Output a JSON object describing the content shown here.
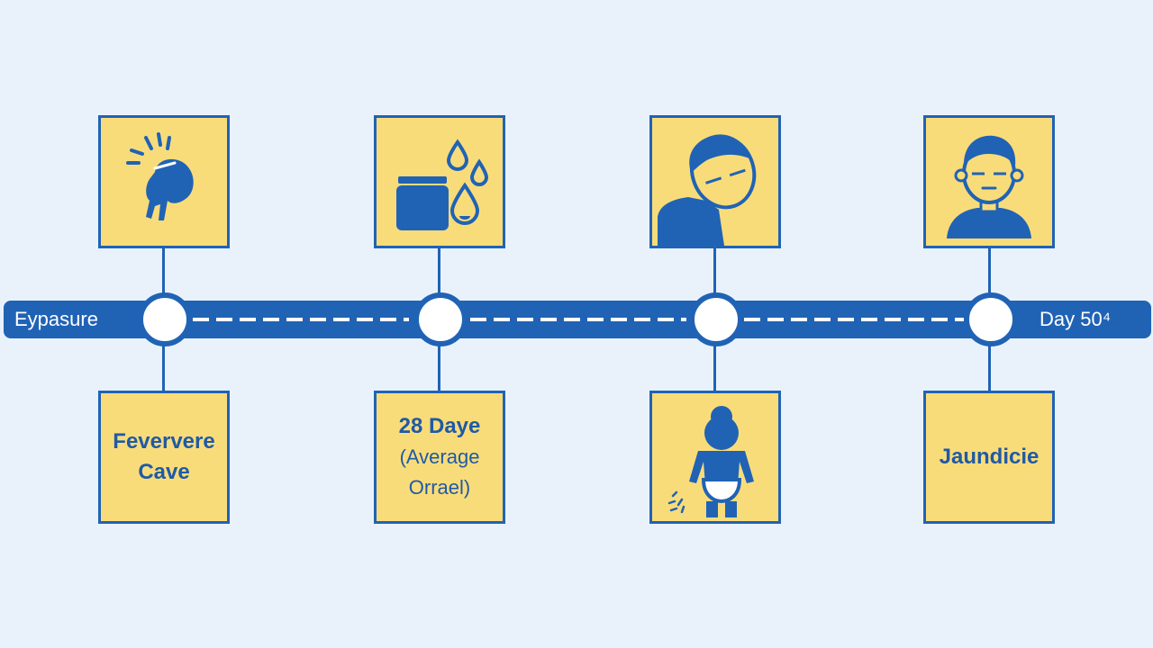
{
  "colors": {
    "background": "#e9f2fb",
    "timeline": "#2063b5",
    "card_fill": "#f9dc7a",
    "card_text": "#1f5aa6"
  },
  "timeline": {
    "start_label": "Eypasure",
    "end_label": "Day 50⁴"
  },
  "top_cards": [
    {
      "icon": "fever-burst-icon"
    },
    {
      "icon": "jar-and-droplets-icon"
    },
    {
      "icon": "person-head-tilted-icon"
    },
    {
      "icon": "person-portrait-icon"
    }
  ],
  "bottom_cards": [
    {
      "line1": "Feververe",
      "line2": "Cave"
    },
    {
      "line1": "28 Daye",
      "line2": "(Average",
      "line3": "Orrael)"
    },
    {
      "icon": "child-diaper-icon"
    },
    {
      "line1": "Jaundicie"
    }
  ]
}
